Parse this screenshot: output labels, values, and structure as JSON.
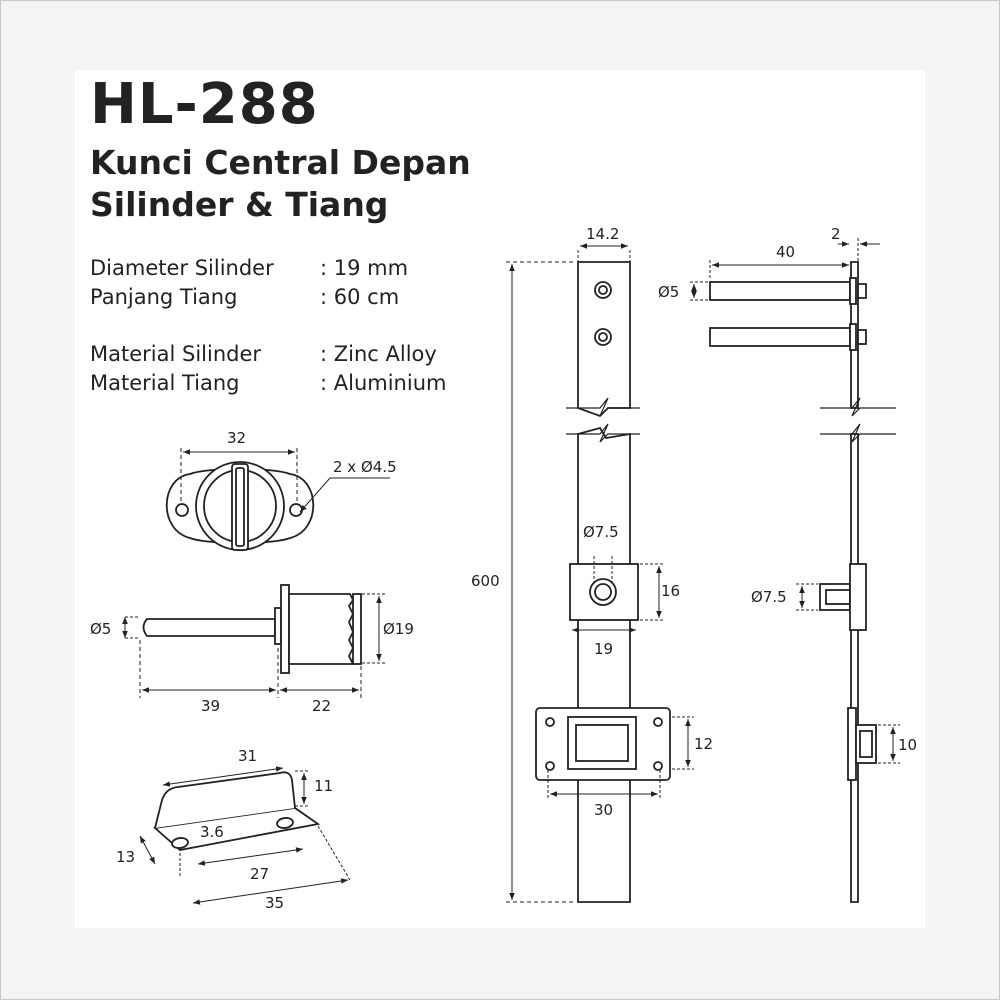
{
  "header": {
    "title": "HL-288",
    "subtitle_line1": "Kunci Central Depan",
    "subtitle_line2": "Silinder & Tiang"
  },
  "specs": [
    {
      "label": "Diameter Silinder",
      "value": ": 19 mm"
    },
    {
      "label": "Panjang Tiang",
      "value": ": 60 cm"
    },
    {
      "label": "Material Silinder",
      "value": ": Zinc Alloy"
    },
    {
      "label": "Material Tiang",
      "value": ": Aluminium"
    }
  ],
  "dims": {
    "cyl_width": "32",
    "cyl_holes": "2  x Ø4.5",
    "shaft_dia": "Ø5",
    "body_dia": "Ø19",
    "shaft_len": "39",
    "body_len": "22",
    "br_len": "31",
    "br_h": "11",
    "br_hole": "3.6",
    "br_w": "13",
    "br_pitch": "27",
    "br_total": "35",
    "bar_w": "14.2",
    "bar_len": "600",
    "guide_hole": "Ø7.5",
    "guide_h": "16",
    "guide_w": "19",
    "keeper_h": "12",
    "keeper_w": "30",
    "pin_len": "40",
    "plate_t": "2",
    "pin_dia": "Ø5",
    "side_hole": "Ø7.5",
    "side_keeper_h": "10"
  }
}
